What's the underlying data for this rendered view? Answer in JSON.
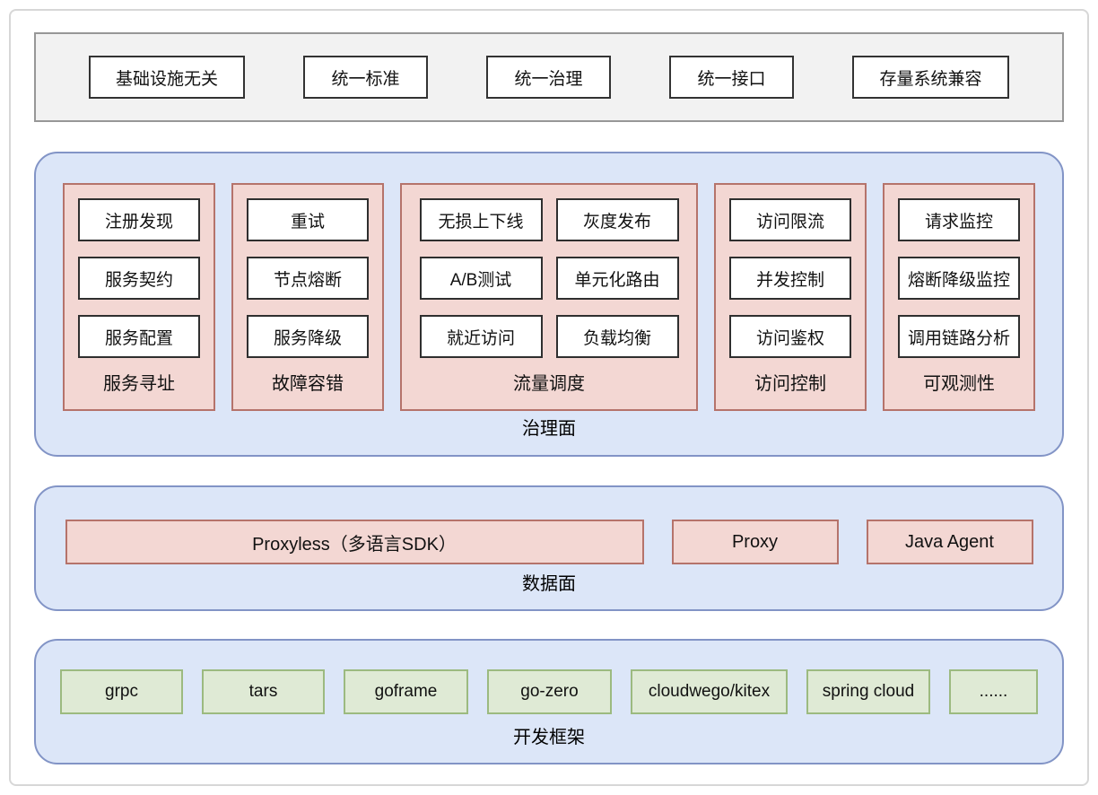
{
  "principles": {
    "items": [
      "基础设施无关",
      "统一标准",
      "统一治理",
      "统一接口",
      "存量系统兼容"
    ]
  },
  "governance_plane": {
    "label": "治理面",
    "groups": [
      {
        "label": "服务寻址",
        "items": [
          "注册发现",
          "服务契约",
          "服务配置"
        ]
      },
      {
        "label": "故障容错",
        "items": [
          "重试",
          "节点熔断",
          "服务降级"
        ]
      },
      {
        "label": "流量调度",
        "items": [
          "无损上下线",
          "灰度发布",
          "A/B测试",
          "单元化路由",
          "就近访问",
          "负载均衡"
        ]
      },
      {
        "label": "访问控制",
        "items": [
          "访问限流",
          "并发控制",
          "访问鉴权"
        ]
      },
      {
        "label": "可观测性",
        "items": [
          "请求监控",
          "熔断降级监控",
          "调用链路分析"
        ]
      }
    ]
  },
  "data_plane": {
    "label": "数据面",
    "items": [
      "Proxyless（多语言SDK）",
      "Proxy",
      "Java Agent"
    ]
  },
  "frameworks": {
    "label": "开发框架",
    "items": [
      "grpc",
      "tars",
      "goframe",
      "go-zero",
      "cloudwego/kitex",
      "spring cloud",
      "......"
    ]
  },
  "colors": {
    "plane_fill": "#dce6f8",
    "plane_border": "#8294c6",
    "pink_fill": "#f3d7d3",
    "pink_border": "#b5736b",
    "green_fill": "#dfead5",
    "green_border": "#9cba80",
    "header_fill": "#f2f2f2",
    "header_border": "#979797",
    "inner_box_border": "#2f2f2f"
  }
}
